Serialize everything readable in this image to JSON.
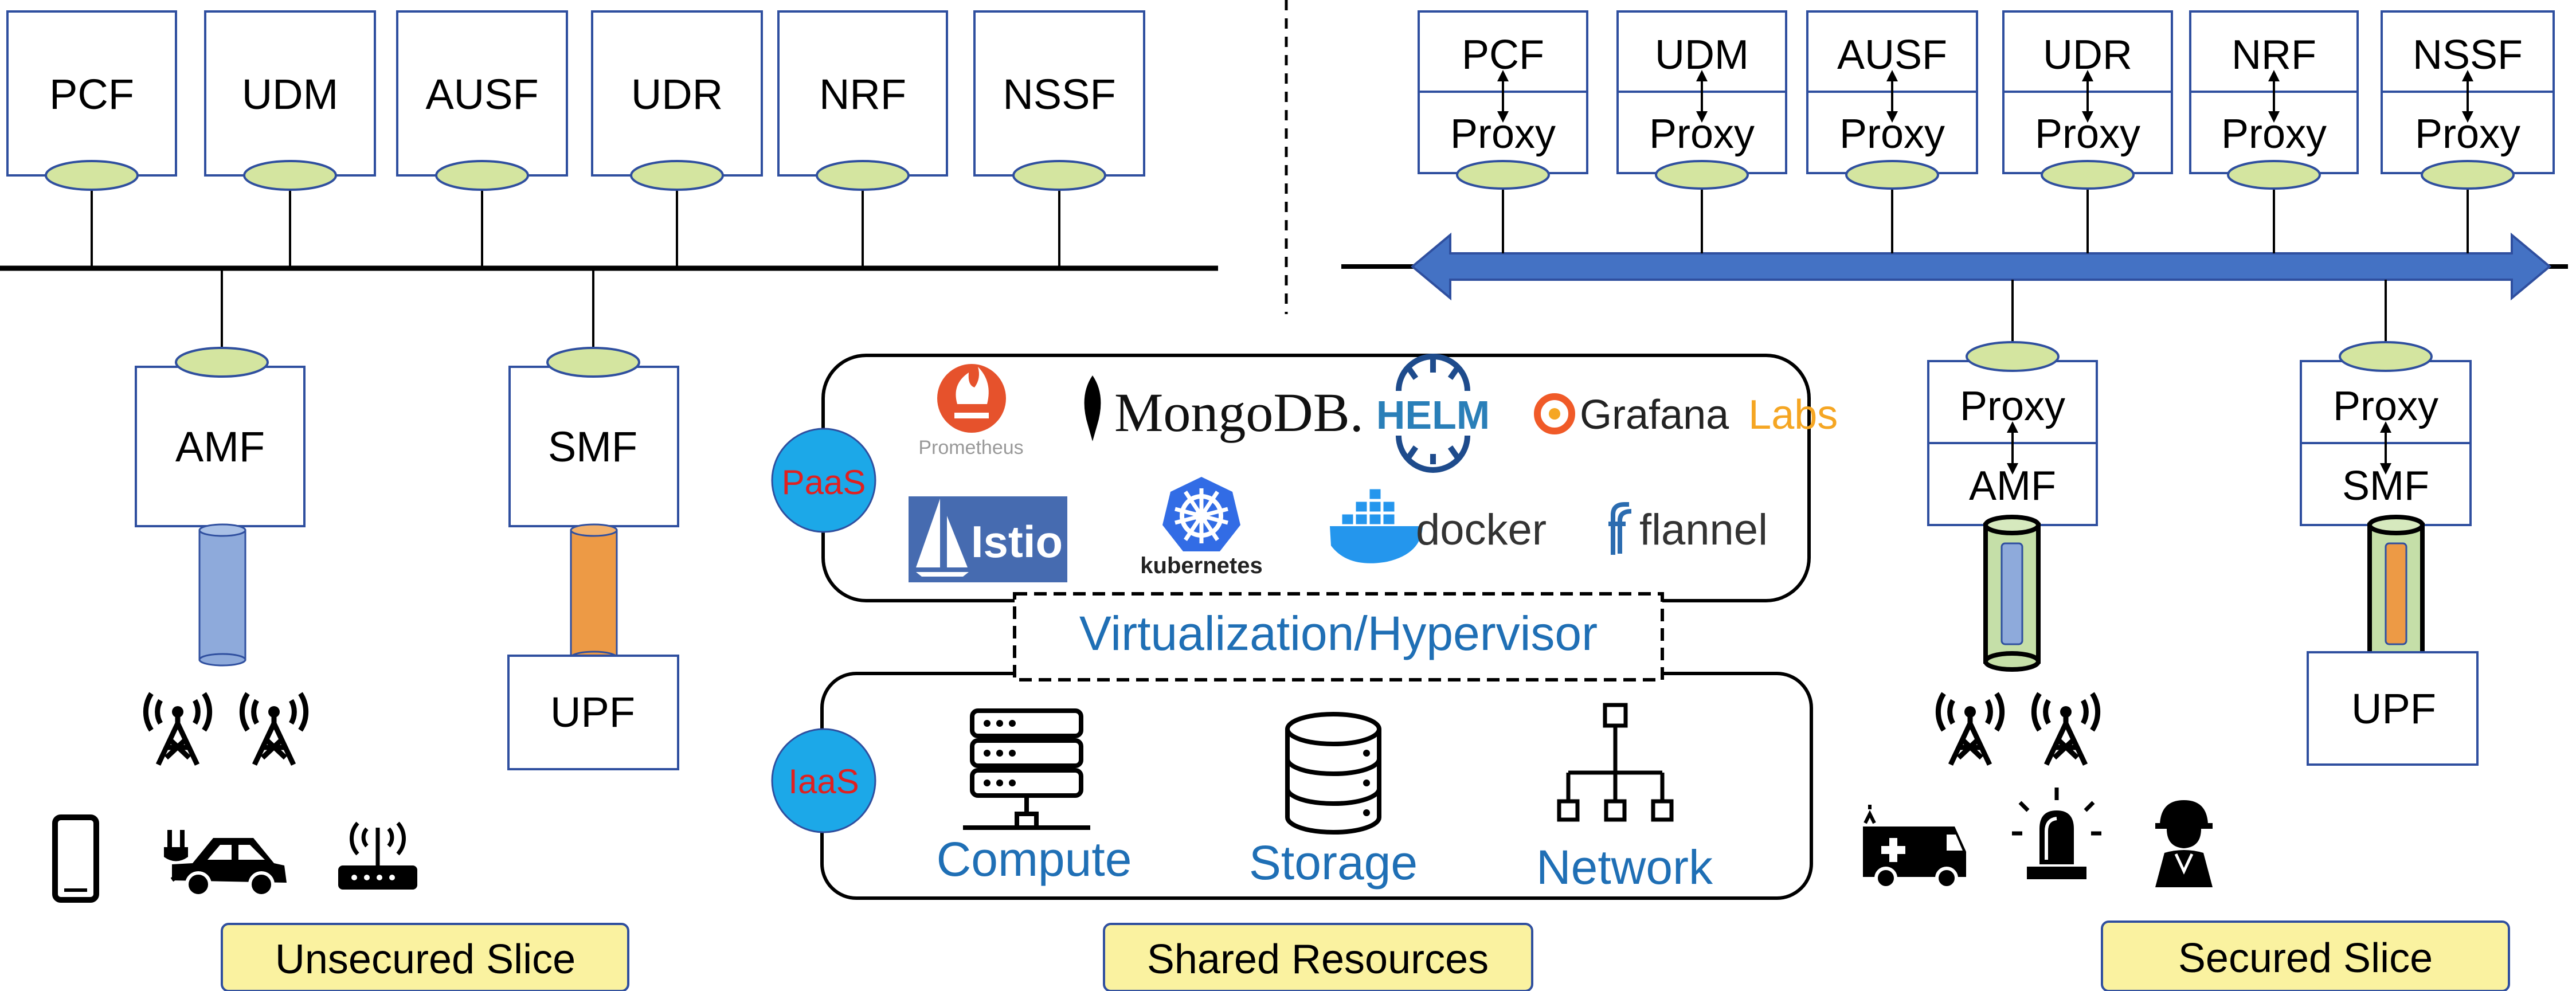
{
  "left_slice": {
    "nfs": [
      "PCF",
      "UDM",
      "AUSF",
      "UDR",
      "NRF",
      "NSSF"
    ],
    "amf": "AMF",
    "smf": "SMF",
    "upf": "UPF",
    "caption": "Unsecured Slice"
  },
  "right_slice": {
    "nfs": [
      "PCF",
      "UDM",
      "AUSF",
      "UDR",
      "NRF",
      "NSSF"
    ],
    "proxy": "Proxy",
    "amf": "AMF",
    "smf": "SMF",
    "upf": "UPF",
    "caption": "Secured Slice"
  },
  "shared": {
    "paas_label": "PaaS",
    "iaas_label": "IaaS",
    "virtualization": "Virtualization/Hypervisor",
    "logos": {
      "prometheus": "Prometheus",
      "mongodb": "MongoDB.",
      "helm": "HELM",
      "grafana_main": "Grafana",
      "grafana_labs": "Labs",
      "istio": "Istio",
      "kubernetes": "kubernetes",
      "docker": "docker",
      "flannel": "flannel"
    },
    "resources": [
      "Compute",
      "Storage",
      "Network"
    ],
    "caption": "Shared Resources"
  },
  "colors": {
    "box_border": "#2F4F9F",
    "ellipse_fill": "#D4E5A0",
    "blue_text": "#1F6FB5",
    "bus_arrow": "#4472C4",
    "circle_fill": "#1CA8E8",
    "circle_text": "#E02020",
    "caption_fill": "#FAF2A0",
    "tunnel_blue": "#8EAADB",
    "tunnel_orange": "#ED9A45",
    "tunnel_green": "#C5DFA8"
  }
}
